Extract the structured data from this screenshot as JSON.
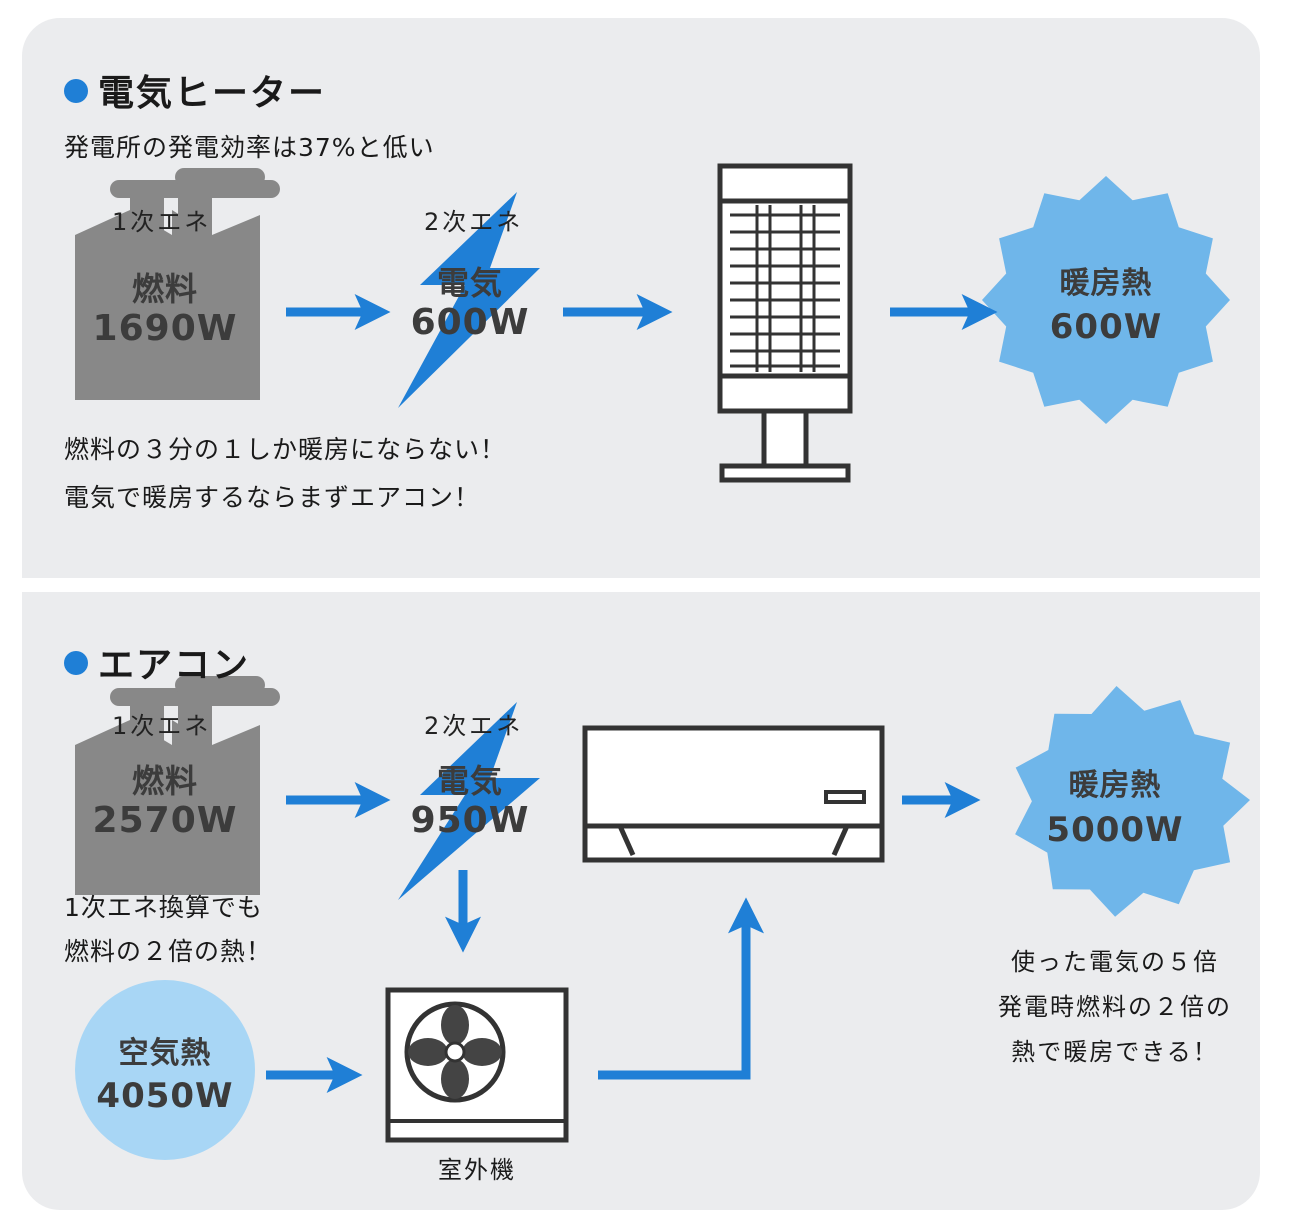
{
  "colors": {
    "accent_blue": "#1f7fd6",
    "light_blue": "#6fb6ea",
    "factory_gray": "#888888",
    "panel_bg": "#ebecee"
  },
  "icons": [
    "factory-icon",
    "lightning-icon",
    "heater-icon",
    "starburst-icon",
    "air-conditioner-icon",
    "outdoor-unit-fan-icon",
    "arrow-icon"
  ],
  "heater": {
    "title": "電気ヒーター",
    "subtitle": "発電所の発電効率は37%と低い",
    "primary_label": "1次エネ",
    "fuel_name": "燃料",
    "fuel_value": "1690W",
    "secondary_label": "2次エネ",
    "elec_name": "電気",
    "elec_value": "600W",
    "heat_name": "暖房熱",
    "heat_value": "600W",
    "note_line1": "燃料の３分の１しか暖房にならない！",
    "note_line2": "電気で暖房するならまずエアコン！"
  },
  "aircon": {
    "title": "エアコン",
    "primary_label": "1次エネ",
    "fuel_name": "燃料",
    "fuel_value": "2570W",
    "secondary_label": "2次エネ",
    "elec_name": "電気",
    "elec_value": "950W",
    "heat_name": "暖房熱",
    "heat_value": "5000W",
    "air_name": "空気熱",
    "air_value": "4050W",
    "outdoor_label": "室外機",
    "note_line1": "1次エネ換算でも",
    "note_line2": "燃料の２倍の熱！",
    "right_line1": "使った電気の５倍",
    "right_line2": "発電時燃料の２倍の",
    "right_line3": "熱で暖房できる！"
  }
}
